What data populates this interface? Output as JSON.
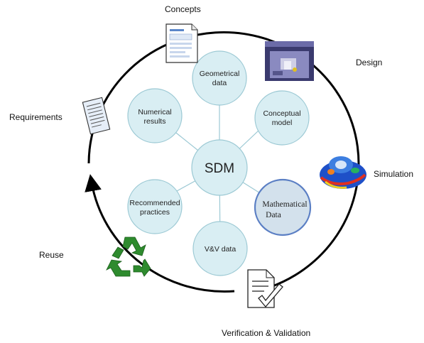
{
  "center": {
    "label": "SDM"
  },
  "nodes": [
    {
      "id": "geometrical-data",
      "lines": [
        "Geometrical",
        "data"
      ]
    },
    {
      "id": "conceptual-model",
      "lines": [
        "Conceptual",
        "model"
      ]
    },
    {
      "id": "mathematical-data",
      "lines": [
        "Mathematical",
        "Data"
      ],
      "highlighted": true
    },
    {
      "id": "vv-data",
      "lines": [
        "V&V data"
      ]
    },
    {
      "id": "recommended-practices",
      "lines": [
        "Recommended",
        "practices"
      ]
    },
    {
      "id": "numerical-results",
      "lines": [
        "Numerical",
        "results"
      ]
    }
  ],
  "cycle_labels": {
    "concepts": "Concepts",
    "design": "Design",
    "simulation": "Simulation",
    "verification": "Verification & Validation",
    "reuse": "Reuse",
    "requirements": "Requirements"
  },
  "icons": {
    "concepts": "document-form-icon",
    "design": "cad-screenshot-icon",
    "simulation": "simulation-mesh-icon",
    "verification": "checklist-document-icon",
    "reuse": "recycle-icon",
    "requirements": "text-document-icon"
  },
  "colors": {
    "node_fill": "#d9eef3",
    "node_stroke": "#9cc9d4",
    "highlight_stroke": "#5b7fc4",
    "highlight_fill": "#d3e1ec",
    "cycle": "#000000",
    "recycle": "#2e8b2e"
  }
}
